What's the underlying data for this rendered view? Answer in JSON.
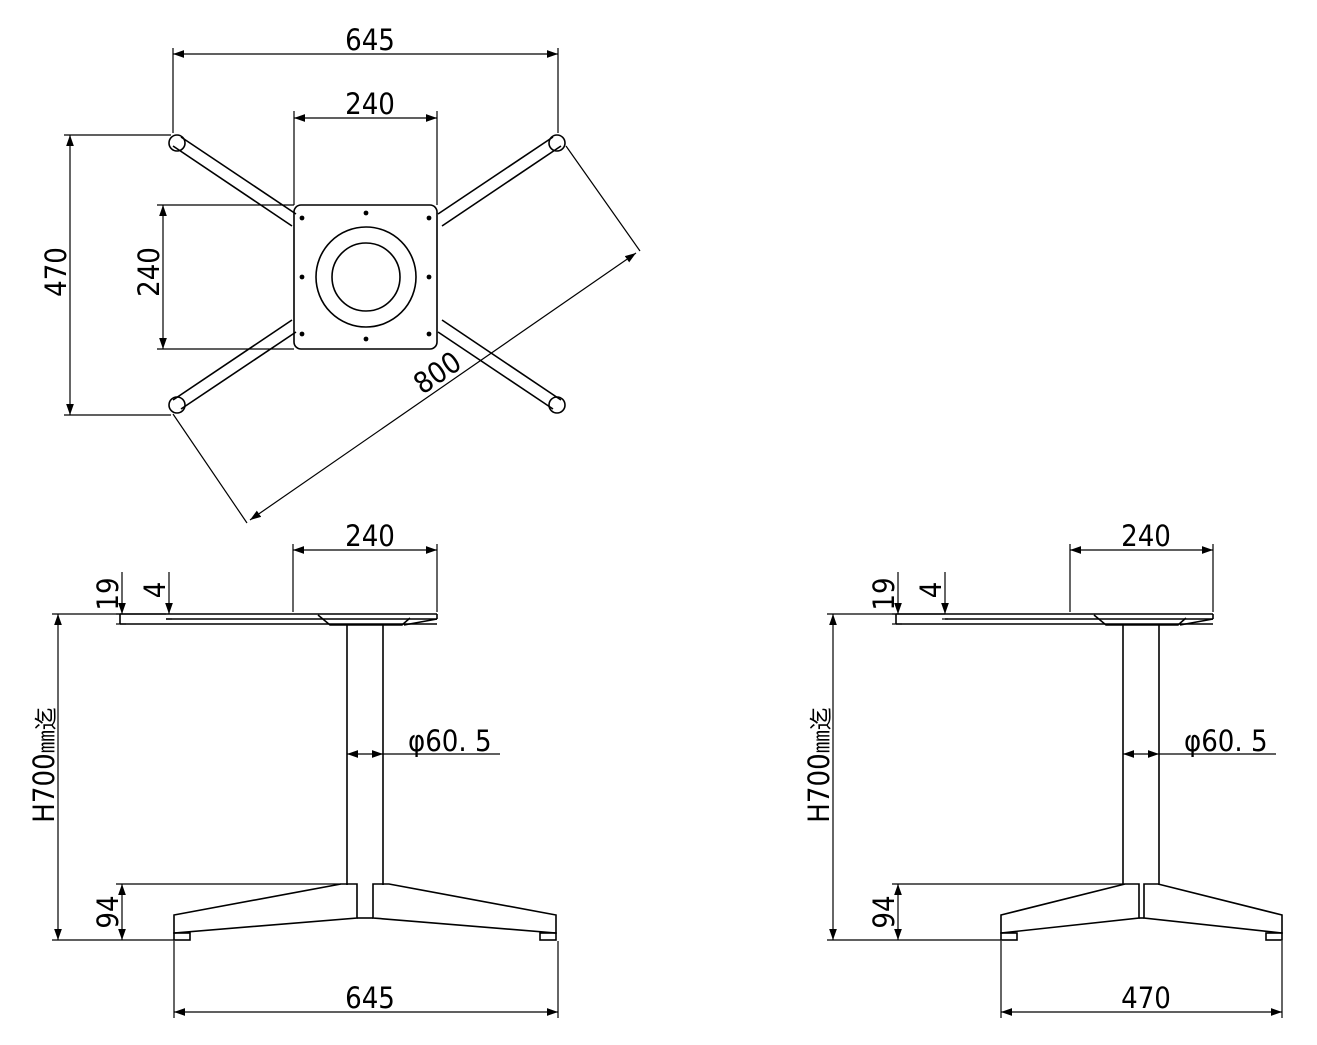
{
  "colors": {
    "line": "#000000",
    "background": "#ffffff"
  },
  "top_view": {
    "overall_width": "645",
    "plate_width": "240",
    "overall_depth": "470",
    "plate_depth": "240",
    "diagonal": "800"
  },
  "front_view": {
    "plate_width": "240",
    "top_thickness": "19",
    "plate_thickness": "4",
    "height": "H700",
    "height_unit": "㎜迄",
    "pipe_diameter": "φ60. 5",
    "foot_height": "94",
    "base_width": "645"
  },
  "side_view": {
    "plate_width": "240",
    "top_thickness": "19",
    "plate_thickness": "4",
    "height": "H700",
    "height_unit": "㎜迄",
    "pipe_diameter": "φ60. 5",
    "foot_height": "94",
    "base_width": "470"
  }
}
